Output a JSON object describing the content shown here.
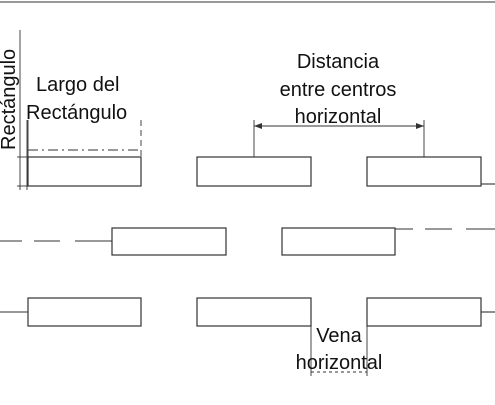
{
  "labels": {
    "rect_height": "Rectángulo",
    "rect_length_line1": "Largo del",
    "rect_length_line2": "Rectángulo",
    "center_distance_line1": "Distancia",
    "center_distance_line2": "entre centros",
    "center_distance_line3": "horizontal",
    "vein_line1": "Vena",
    "vein_line2": "horizontal"
  },
  "colors": {
    "line": "#333333",
    "background": "#ffffff"
  }
}
